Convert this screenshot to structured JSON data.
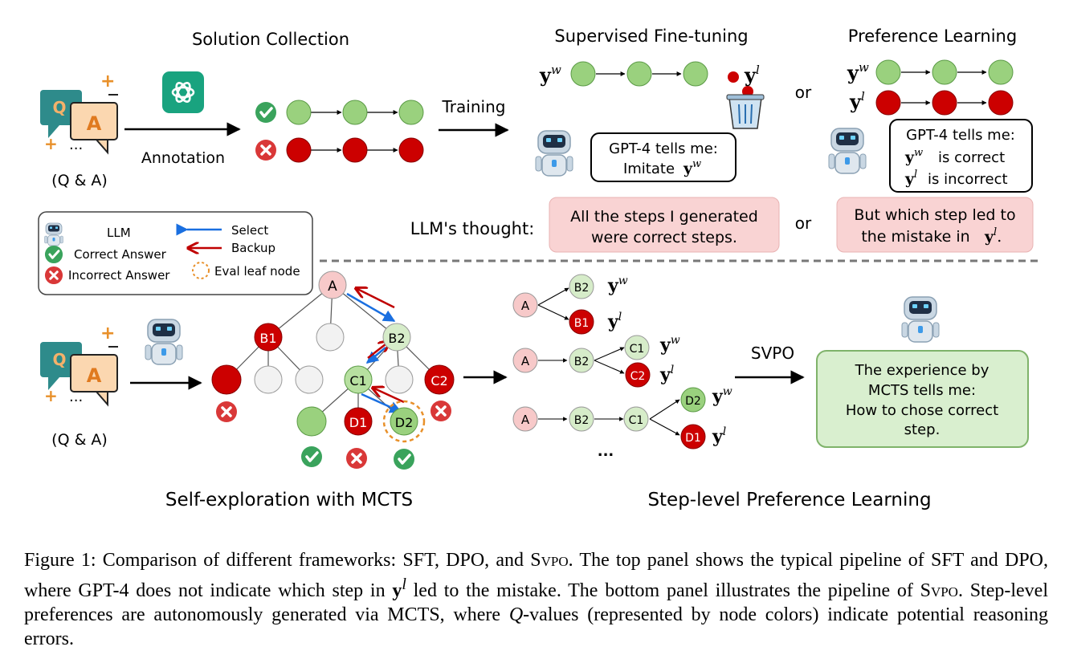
{
  "top": {
    "solution_collection": "Solution Collection",
    "annotation": "Annotation",
    "qa_label": "(Q & A)",
    "q_letter": "Q",
    "a_letter": "A",
    "dots": "...",
    "training": "Training",
    "sft_title": "Supervised Fine-tuning",
    "pref_title": "Preference Learning",
    "or1": "or",
    "or2": "or",
    "sft_bubble_line1": "GPT-4 tells me:",
    "sft_bubble_line2": "Imitate",
    "pref_bubble_line1": "GPT-4 tells me:",
    "pref_bubble_line2": "is correct",
    "pref_bubble_line3": "is incorrect",
    "llm_thought": "LLM's thought:",
    "thought_left_line1": "All the steps I generated",
    "thought_left_line2": "were correct steps.",
    "thought_right_line1": "But which step led to",
    "thought_right_line2": "the mistake in",
    "yw": "y",
    "yw_sup": "w",
    "yl_sup": "l"
  },
  "legend": {
    "llm": "LLM",
    "correct": "Correct Answer",
    "incorrect": "Incorrect Answer",
    "select": "Select",
    "backup": "Backup",
    "eval_leaf": "Eval leaf node"
  },
  "bottom": {
    "qa_label": "(Q & A)",
    "tree_nodes": {
      "A": "A",
      "B1": "B1",
      "B2": "B2",
      "C1": "C1",
      "C2": "C2",
      "D1": "D1",
      "D2": "D2"
    },
    "svpo": "SVPO",
    "dots": "...",
    "svpo_box_line1": "The experience by",
    "svpo_box_line2": "MCTS tells me:",
    "svpo_box_line3": "How to chose correct",
    "svpo_box_line4": "step.",
    "self_exploration": "Self-exploration with MCTS",
    "step_level": "Step-level Preference Learning"
  },
  "caption": {
    "part1": "Figure 1: Comparison of different frameworks: SFT, DPO, and S",
    "svpo_sc": "vpo",
    "part2": ". The top panel shows the typical pipeline of SFT and DPO, where GPT-4 does not indicate which step in ",
    "y": "y",
    "l": "l",
    "part3": " led to the mistake. The bottom panel illustrates the pipeline of S",
    "part4": ". Step-level preferences are autonomously generated via MCTS, where ",
    "q": "Q",
    "part5": "-values (represented by node colors) indicate potential reasoning errors."
  },
  "colors": {
    "green": "#9ad17e",
    "red": "#cc0000",
    "light_green": "#d6ecc9",
    "pink": "#f7c9c9",
    "teal": "#2e8b8b",
    "orange": "#e8902a",
    "check": "#3aa35c",
    "cross": "#d93838",
    "thought_bg": "#f9d3d3",
    "svpo_box": "#d9efcf"
  }
}
